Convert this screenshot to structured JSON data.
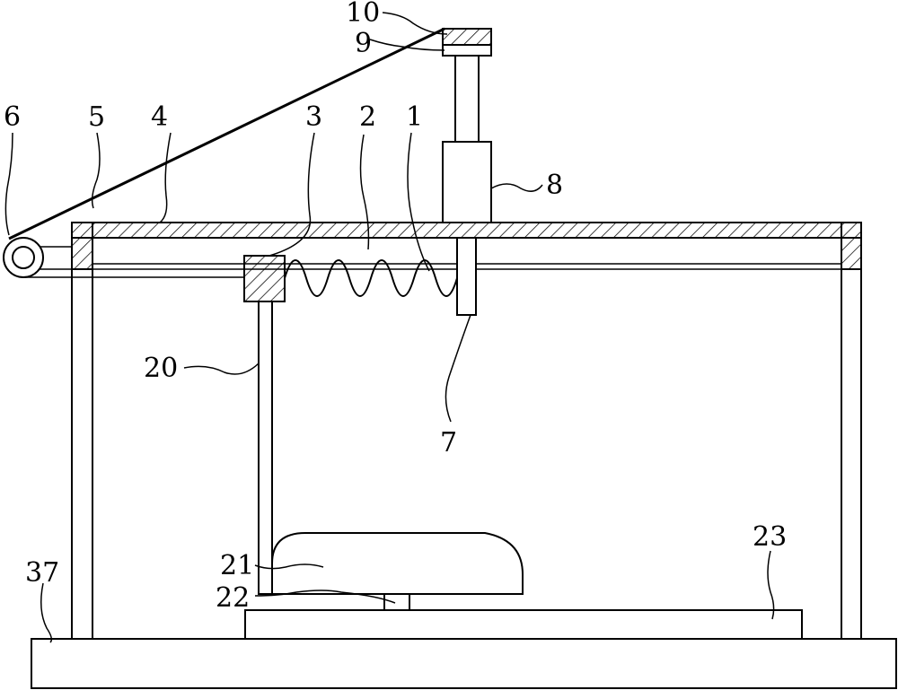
{
  "labels": {
    "l1": "1",
    "l2": "2",
    "l3": "3",
    "l4": "4",
    "l5": "5",
    "l6": "6",
    "l7": "7",
    "l8": "8",
    "l9": "9",
    "l10": "10",
    "l20": "20",
    "l21": "21",
    "l22": "22",
    "l23": "23",
    "l37": "37"
  }
}
